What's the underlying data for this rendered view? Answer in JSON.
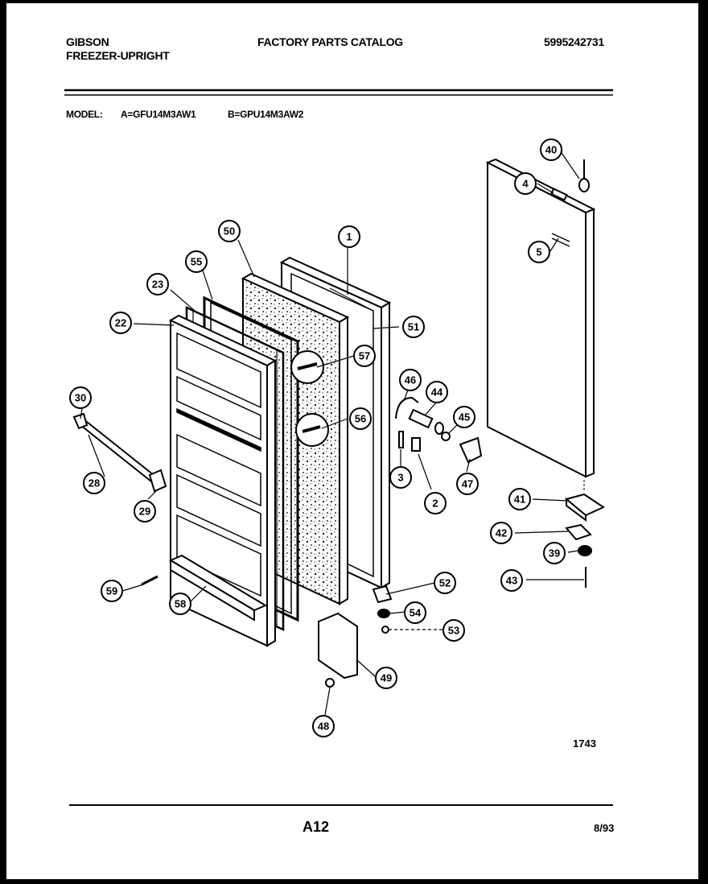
{
  "header": {
    "brand": "GIBSON",
    "product": "FREEZER-UPRIGHT",
    "title": "FACTORY PARTS CATALOG",
    "catalog_number": "5995242731"
  },
  "model": {
    "label": "MODEL:",
    "model_a": "A=GFU14M3AW1",
    "model_b": "B=GPU14M3AW2"
  },
  "diagram": {
    "figure_number": "1743",
    "callouts": [
      "40",
      "4",
      "5",
      "50",
      "1",
      "55",
      "23",
      "51",
      "22",
      "57",
      "46",
      "44",
      "30",
      "56",
      "45",
      "3",
      "2",
      "47",
      "28",
      "29",
      "41",
      "42",
      "39",
      "43",
      "52",
      "59",
      "58",
      "54",
      "53",
      "49",
      "48"
    ]
  },
  "footer": {
    "page": "A12",
    "date": "8/93"
  }
}
